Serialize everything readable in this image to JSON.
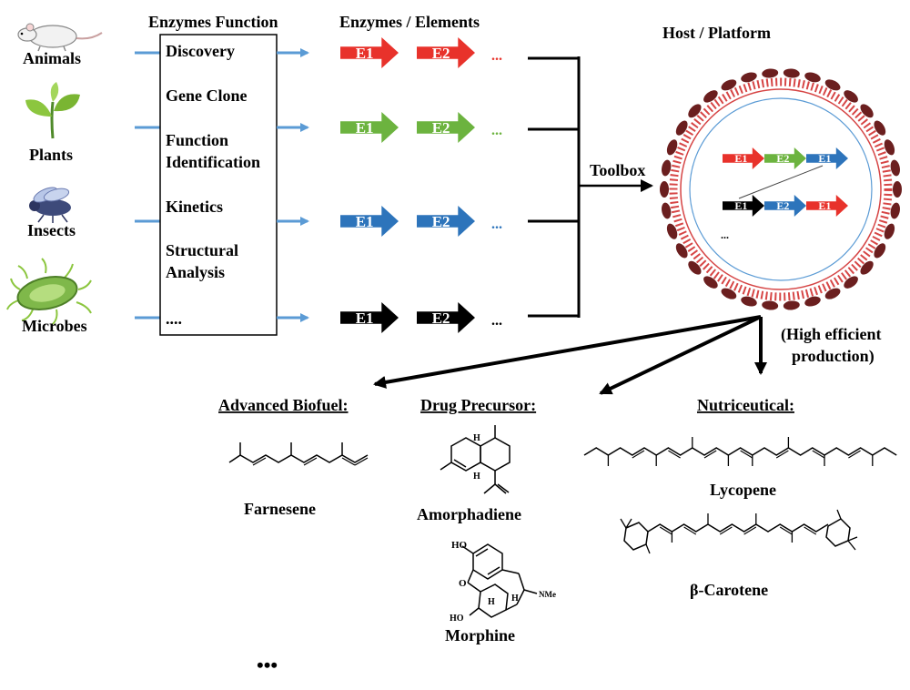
{
  "headers": {
    "functions": "Enzymes Function",
    "elements": "Enzymes / Elements",
    "host": "Host / Platform"
  },
  "sources": [
    {
      "label": "Animals",
      "icon": "mouse-icon"
    },
    {
      "label": "Plants",
      "icon": "seedling-icon"
    },
    {
      "label": "Insects",
      "icon": "fly-icon"
    },
    {
      "label": "Microbes",
      "icon": "bacterium-icon"
    }
  ],
  "functions": [
    [
      "Discovery"
    ],
    [
      "Gene Clone"
    ],
    [
      "Function",
      "Identification"
    ],
    [
      "Kinetics"
    ],
    [
      "Structural",
      "Analysis"
    ],
    [
      "...."
    ]
  ],
  "element_rows": [
    {
      "e1": "E1",
      "e2": "E2",
      "more": "...",
      "color": "#e8322b",
      "dots_color": "#e8322b"
    },
    {
      "e1": "E1",
      "e2": "E2",
      "more": "...",
      "color": "#6cb33f",
      "dots_color": "#6cb33f"
    },
    {
      "e1": "E1",
      "e2": "E2",
      "more": "...",
      "color": "#2d74bb",
      "dots_color": "#2d74bb"
    },
    {
      "e1": "E1",
      "e2": "E2",
      "more": "...",
      "color": "#000000",
      "dots_color": "#000000"
    }
  ],
  "toolbox": "Toolbox",
  "cell": {
    "row1": [
      {
        "label": "E1",
        "color": "#e8322b"
      },
      {
        "label": "E2",
        "color": "#6cb33f"
      },
      {
        "label": "E1",
        "color": "#2d74bb"
      }
    ],
    "row2": [
      {
        "label": "E1",
        "color": "#000000"
      },
      {
        "label": "E2",
        "color": "#2d74bb"
      },
      {
        "label": "E1",
        "color": "#e8322b"
      }
    ],
    "more": "...",
    "membrane_color": "#d64545",
    "capsule_color": "#6b1f1f"
  },
  "production": [
    "(High efficient",
    "production)"
  ],
  "categories": [
    {
      "title": "Advanced Biofuel:",
      "products": [
        "Farnesene"
      ]
    },
    {
      "title": "Drug Precursor:",
      "products": [
        "Amorphadiene",
        "Morphine"
      ]
    },
    {
      "title": "Nutriceutical:",
      "products": [
        "Lycopene",
        "β-Carotene"
      ]
    }
  ],
  "more_bottom": "•••",
  "morphine_labels": {
    "ho_top": "HO",
    "o": "O",
    "ho_bottom": "HO",
    "h1": "H",
    "h2": "H",
    "nme": "NMe"
  },
  "amorphadiene_labels": {
    "h1": "H",
    "h2": "H"
  }
}
